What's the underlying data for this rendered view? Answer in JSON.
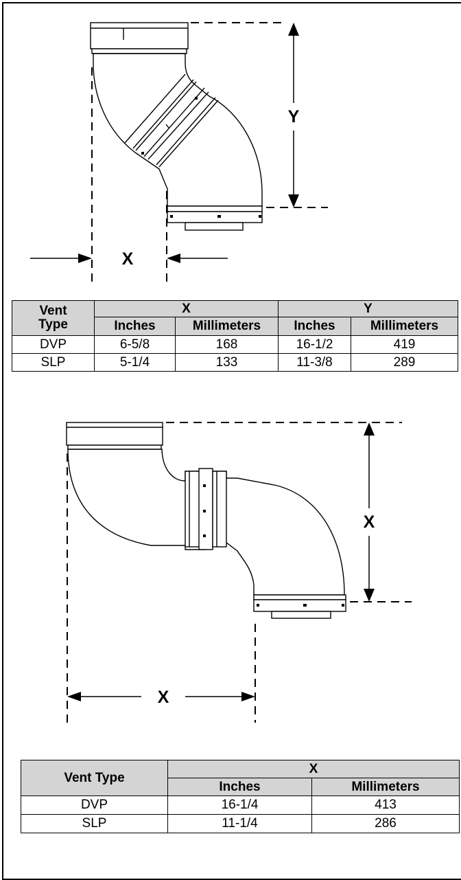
{
  "figure1": {
    "dim_x_label": "X",
    "dim_y_label": "Y"
  },
  "table1": {
    "h_vent_type_line1": "Vent",
    "h_vent_type_line2": "Type",
    "h_x": "X",
    "h_y": "Y",
    "h_x_inches": "Inches",
    "h_x_mm": "Millimeters",
    "h_y_inches": "Inches",
    "h_y_mm": "Millimeters",
    "rows": [
      {
        "type": "DVP",
        "x_in": "6-5/8",
        "x_mm": "168",
        "y_in": "16-1/2",
        "y_mm": "419"
      },
      {
        "type": "SLP",
        "x_in": "5-1/4",
        "x_mm": "133",
        "y_in": "11-3/8",
        "y_mm": "289"
      }
    ]
  },
  "figure2": {
    "dim_x_vertical_label": "X",
    "dim_x_horizontal_label": "X"
  },
  "table2": {
    "h_vent_type": "Vent Type",
    "h_x": "X",
    "h_inches": "Inches",
    "h_mm": "Millimeters",
    "rows": [
      {
        "type": "DVP",
        "x_in": "16-1/4",
        "x_mm": "413"
      },
      {
        "type": "SLP",
        "x_in": "11-1/4",
        "x_mm": "286"
      }
    ]
  }
}
